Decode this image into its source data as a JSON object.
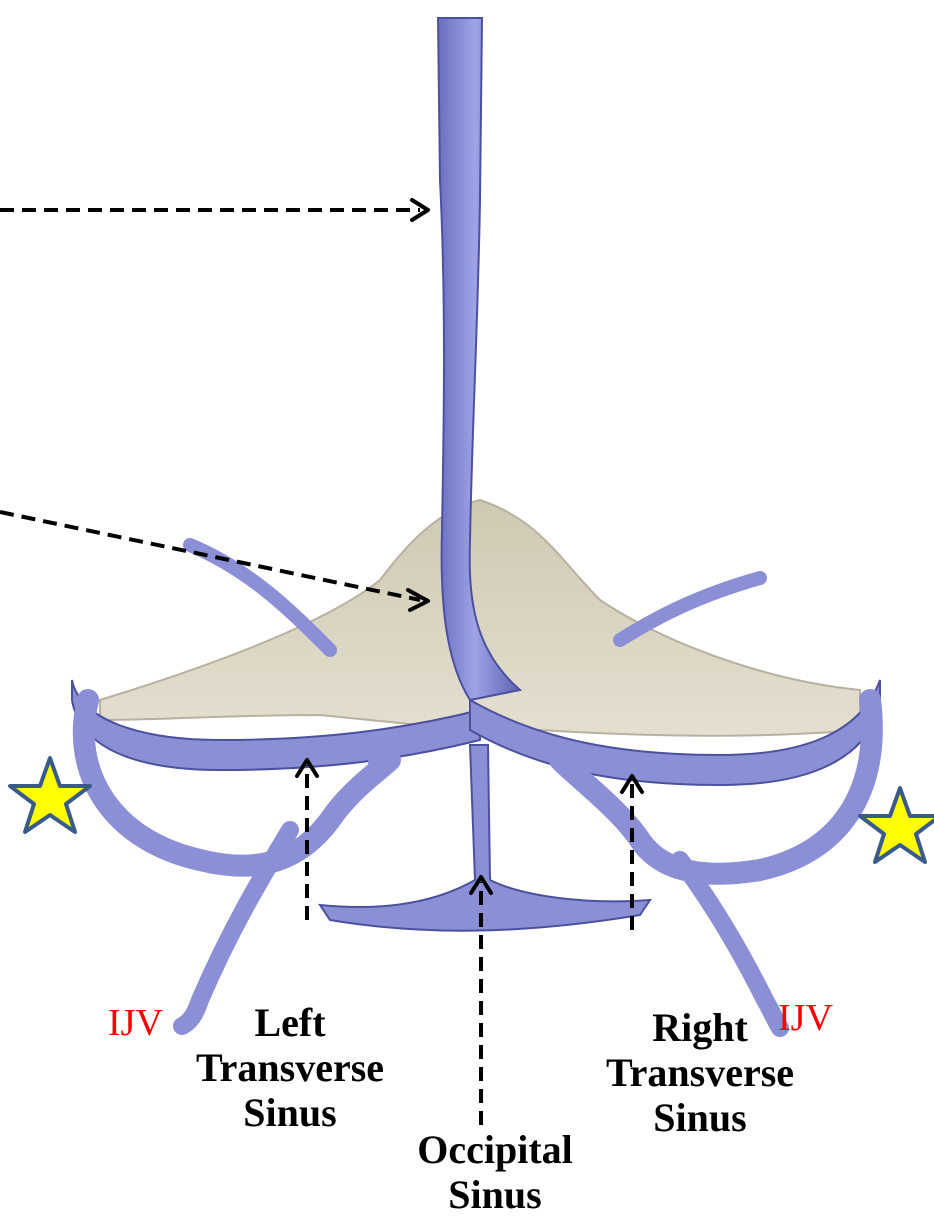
{
  "labels": {
    "left_ijv": "IJV",
    "right_ijv": "IJV",
    "left_transverse": [
      "Left",
      "Transverse",
      "Sinus"
    ],
    "right_transverse": [
      "Right",
      "Transverse",
      "Sinus"
    ],
    "occipital": [
      "Occipital",
      "Sinus"
    ]
  },
  "colors": {
    "vein": "#8a8fd6",
    "vein_shadow": "#5a5fae",
    "vein_highlight": "#b8bcf0",
    "tentorium": "#d8d2c0",
    "ijv_text": "#ff0000",
    "star_fill": "#ffff00",
    "star_stroke": "#3a5a8a"
  },
  "icons": [
    "star-icon",
    "arrowhead-icon"
  ]
}
